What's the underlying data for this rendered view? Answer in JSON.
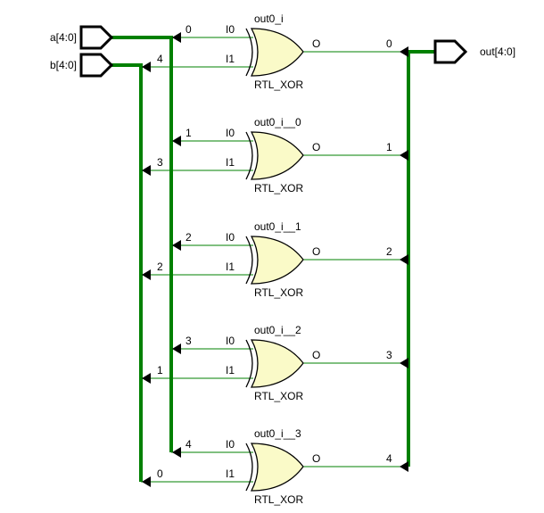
{
  "colors": {
    "wire": "#008000",
    "gate_fill": "#fafac8",
    "outline": "#000000",
    "background": "#ffffff"
  },
  "ports": {
    "inputs": [
      {
        "id": "a",
        "label": "a[4:0]"
      },
      {
        "id": "b",
        "label": "b[4:0]"
      }
    ],
    "outputs": [
      {
        "id": "out",
        "label": "out[4:0]"
      }
    ]
  },
  "gates": [
    {
      "name": "out0_i",
      "type": "RTL_XOR",
      "pin_i0": "I0",
      "pin_i1": "I1",
      "pin_o": "O",
      "a_bit": "0",
      "b_bit": "4",
      "out_bit": "0"
    },
    {
      "name": "out0_i__0",
      "type": "RTL_XOR",
      "pin_i0": "I0",
      "pin_i1": "I1",
      "pin_o": "O",
      "a_bit": "1",
      "b_bit": "3",
      "out_bit": "1"
    },
    {
      "name": "out0_i__1",
      "type": "RTL_XOR",
      "pin_i0": "I0",
      "pin_i1": "I1",
      "pin_o": "O",
      "a_bit": "2",
      "b_bit": "2",
      "out_bit": "2"
    },
    {
      "name": "out0_i__2",
      "type": "RTL_XOR",
      "pin_i0": "I0",
      "pin_i1": "I1",
      "pin_o": "O",
      "a_bit": "3",
      "b_bit": "1",
      "out_bit": "3"
    },
    {
      "name": "out0_i__3",
      "type": "RTL_XOR",
      "pin_i0": "I0",
      "pin_i1": "I1",
      "pin_o": "O",
      "a_bit": "4",
      "b_bit": "0",
      "out_bit": "4"
    }
  ]
}
